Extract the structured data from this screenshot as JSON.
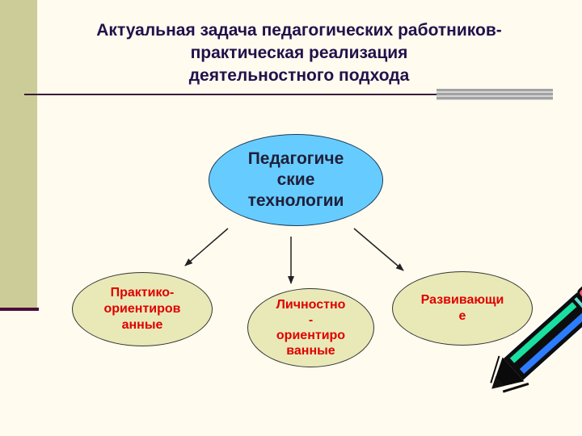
{
  "title": {
    "line1": "Актуальная задача педагогических работников-",
    "line2": "практическая реализация",
    "line3": "деятельностного подхода"
  },
  "diagram": {
    "center": {
      "lines": [
        "Педагогиче",
        "ские",
        "технологии"
      ]
    },
    "children": [
      {
        "lines": [
          "Практико-",
          "ориентиров",
          "анные"
        ]
      },
      {
        "lines": [
          "Личностно",
          "-",
          "ориентиро",
          "ванные"
        ]
      },
      {
        "lines": [
          "Развивающи",
          "е"
        ]
      }
    ]
  },
  "colors": {
    "center_fill": "#66ccff",
    "child_fill": "#e9e9b7",
    "child_text": "#e00000",
    "title_text": "#22114a"
  },
  "decoration": {
    "icon": "pencil-icon"
  }
}
